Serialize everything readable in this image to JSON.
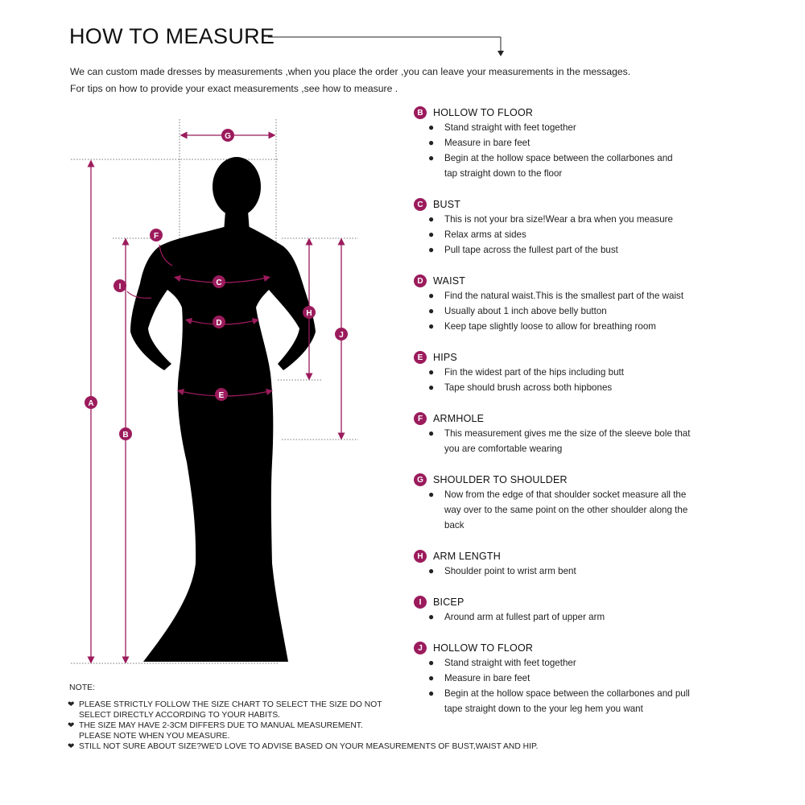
{
  "header": {
    "title": "HOW TO MEASURE",
    "intro_line1": "We can custom made dresses by measurements ,when you place the order ,you can leave your measurements in the messages.",
    "intro_line2": "For tips on how to provide your exact measurements ,see how to measure ."
  },
  "colors": {
    "accent": "#9b1b5c",
    "silhouette": "#000000"
  },
  "figure_labels": {
    "A": "A",
    "B": "B",
    "C": "C",
    "D": "D",
    "E": "E",
    "F": "F",
    "G": "G",
    "H": "H",
    "I": "I",
    "J": "J"
  },
  "sections": [
    {
      "letter": "B",
      "title": "HOLLOW TO FLOOR",
      "bullets": [
        "Stand straight with feet together",
        "Measure in bare feet",
        "Begin at the hollow space between the  collarbones and",
        "tap straight down to the floor"
      ]
    },
    {
      "letter": "C",
      "title": "BUST",
      "bullets": [
        "This is not your bra size!Wear a bra when you measure",
        "Relax arms at sides",
        "Pull tape across the fullest part of the bust"
      ]
    },
    {
      "letter": "D",
      "title": "WAIST",
      "bullets": [
        "Find the natural waist.This is the smallest part of the waist",
        "Usually about 1 inch above belly button",
        "Keep tape slightly loose to allow for breathing room"
      ]
    },
    {
      "letter": "E",
      "title": "HIPS",
      "bullets": [
        "Fin the widest part of the hips including butt",
        "Tape should brush across both hipbones"
      ]
    },
    {
      "letter": "F",
      "title": "ARMHOLE",
      "bullets": [
        "This measurement gives me the size of the sleeve bole that",
        "you are comfortable wearing"
      ]
    },
    {
      "letter": "G",
      "title": "SHOULDER TO SHOULDER",
      "bullets": [
        "Now from the edge of that shoulder socket measure all the",
        "way over to the same point on the other shoulder along the",
        "back"
      ]
    },
    {
      "letter": "H",
      "title": "ARM LENGTH",
      "bullets": [
        "Shoulder point to wrist arm bent"
      ]
    },
    {
      "letter": "I",
      "title": "BICEP",
      "bullets": [
        "Around arm at fullest part of upper arm"
      ]
    },
    {
      "letter": "J",
      "title": "HOLLOW TO FLOOR",
      "bullets": [
        "Stand straight with feet together",
        "Measure in bare feet",
        "Begin at the hollow space between the collarbones and pull",
        "tape straight down to the your leg hem you want"
      ]
    }
  ],
  "notes": {
    "title": "NOTE:",
    "items": [
      "PLEASE STRICTLY FOLLOW THE SIZE CHART TO SELECT THE SIZE DO NOT\nSELECT DIRECTLY ACCORDING TO YOUR HABITS.",
      "THE SIZE MAY HAVE 2-3CM DIFFERS DUE TO MANUAL MEASUREMENT.\nPLEASE NOTE WHEN YOU MEASURE.",
      "STILL NOT SURE ABOUT SIZE?WE'D LOVE TO ADVISE BASED ON YOUR MEASUREMENTS OF BUST,WAIST AND HIP."
    ]
  }
}
